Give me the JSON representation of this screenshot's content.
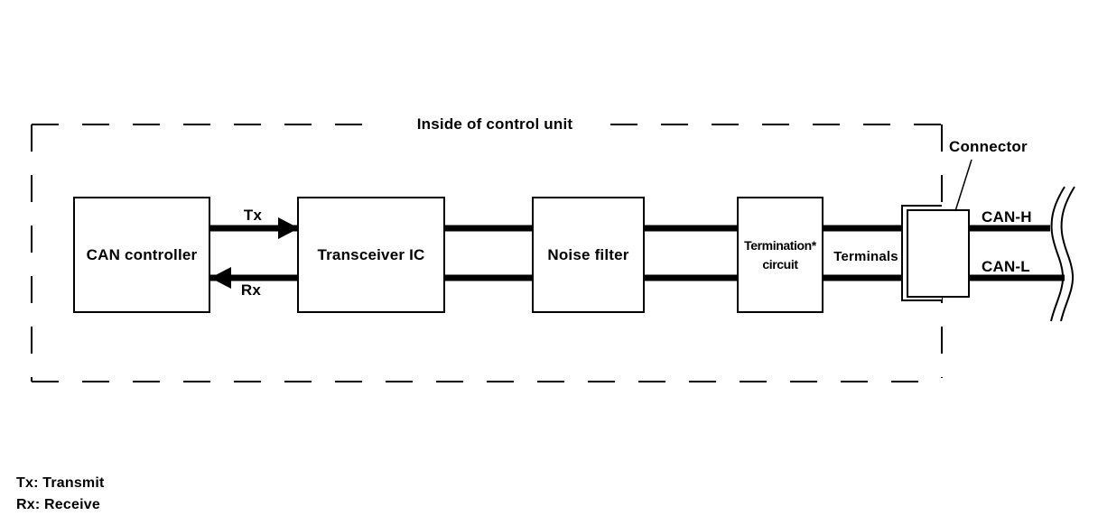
{
  "boundary": {
    "label": "Inside of control unit"
  },
  "blocks": {
    "can_controller": "CAN controller",
    "transceiver_ic": "Transceiver IC",
    "noise_filter": "Noise filter",
    "termination_line1": "Termination*",
    "termination_line2": "circuit"
  },
  "signals": {
    "tx": "Tx",
    "rx": "Rx"
  },
  "labels": {
    "terminals": "Terminals",
    "connector": "Connector",
    "can_h": "CAN-H",
    "can_l": "CAN-L"
  },
  "legend": {
    "tx": "Tx: Transmit",
    "rx": "Rx: Receive"
  },
  "colors": {
    "ink": "#000000",
    "background": "#ffffff"
  }
}
